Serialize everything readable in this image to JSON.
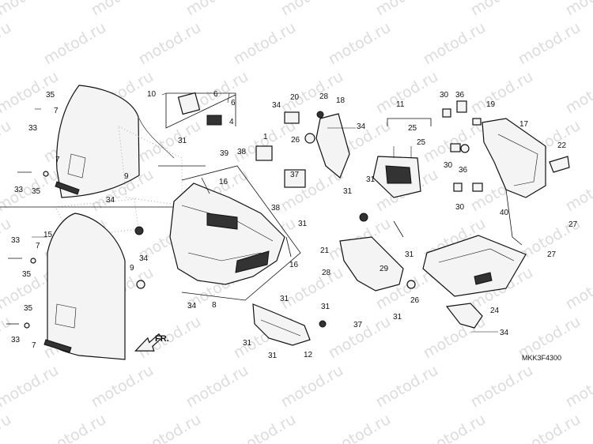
{
  "watermark": "motod.ru",
  "diagram_code": "MKK3F4300",
  "direction_label": "FR.",
  "callouts": [
    {
      "n": "1"
    },
    {
      "n": "4"
    },
    {
      "n": "6"
    },
    {
      "n": "6"
    },
    {
      "n": "7"
    },
    {
      "n": "7"
    },
    {
      "n": "7"
    },
    {
      "n": "7"
    },
    {
      "n": "8"
    },
    {
      "n": "9"
    },
    {
      "n": "9"
    },
    {
      "n": "10"
    },
    {
      "n": "11"
    },
    {
      "n": "12"
    },
    {
      "n": "15"
    },
    {
      "n": "16"
    },
    {
      "n": "16"
    },
    {
      "n": "17"
    },
    {
      "n": "18"
    },
    {
      "n": "19"
    },
    {
      "n": "20"
    },
    {
      "n": "21"
    },
    {
      "n": "22"
    },
    {
      "n": "24"
    },
    {
      "n": "25"
    },
    {
      "n": "25"
    },
    {
      "n": "26"
    },
    {
      "n": "26"
    },
    {
      "n": "27"
    },
    {
      "n": "27"
    },
    {
      "n": "28"
    },
    {
      "n": "28"
    },
    {
      "n": "29"
    },
    {
      "n": "30"
    },
    {
      "n": "30"
    },
    {
      "n": "30"
    },
    {
      "n": "31"
    },
    {
      "n": "31"
    },
    {
      "n": "31"
    },
    {
      "n": "31"
    },
    {
      "n": "31"
    },
    {
      "n": "31"
    },
    {
      "n": "31"
    },
    {
      "n": "31"
    },
    {
      "n": "31"
    },
    {
      "n": "31"
    },
    {
      "n": "33"
    },
    {
      "n": "33"
    },
    {
      "n": "33"
    },
    {
      "n": "33"
    },
    {
      "n": "34"
    },
    {
      "n": "34"
    },
    {
      "n": "34"
    },
    {
      "n": "34"
    },
    {
      "n": "34"
    },
    {
      "n": "34"
    },
    {
      "n": "35"
    },
    {
      "n": "35"
    },
    {
      "n": "35"
    },
    {
      "n": "35"
    },
    {
      "n": "36"
    },
    {
      "n": "36"
    },
    {
      "n": "37"
    },
    {
      "n": "37"
    },
    {
      "n": "38"
    },
    {
      "n": "38"
    },
    {
      "n": "39"
    },
    {
      "n": "40"
    }
  ]
}
